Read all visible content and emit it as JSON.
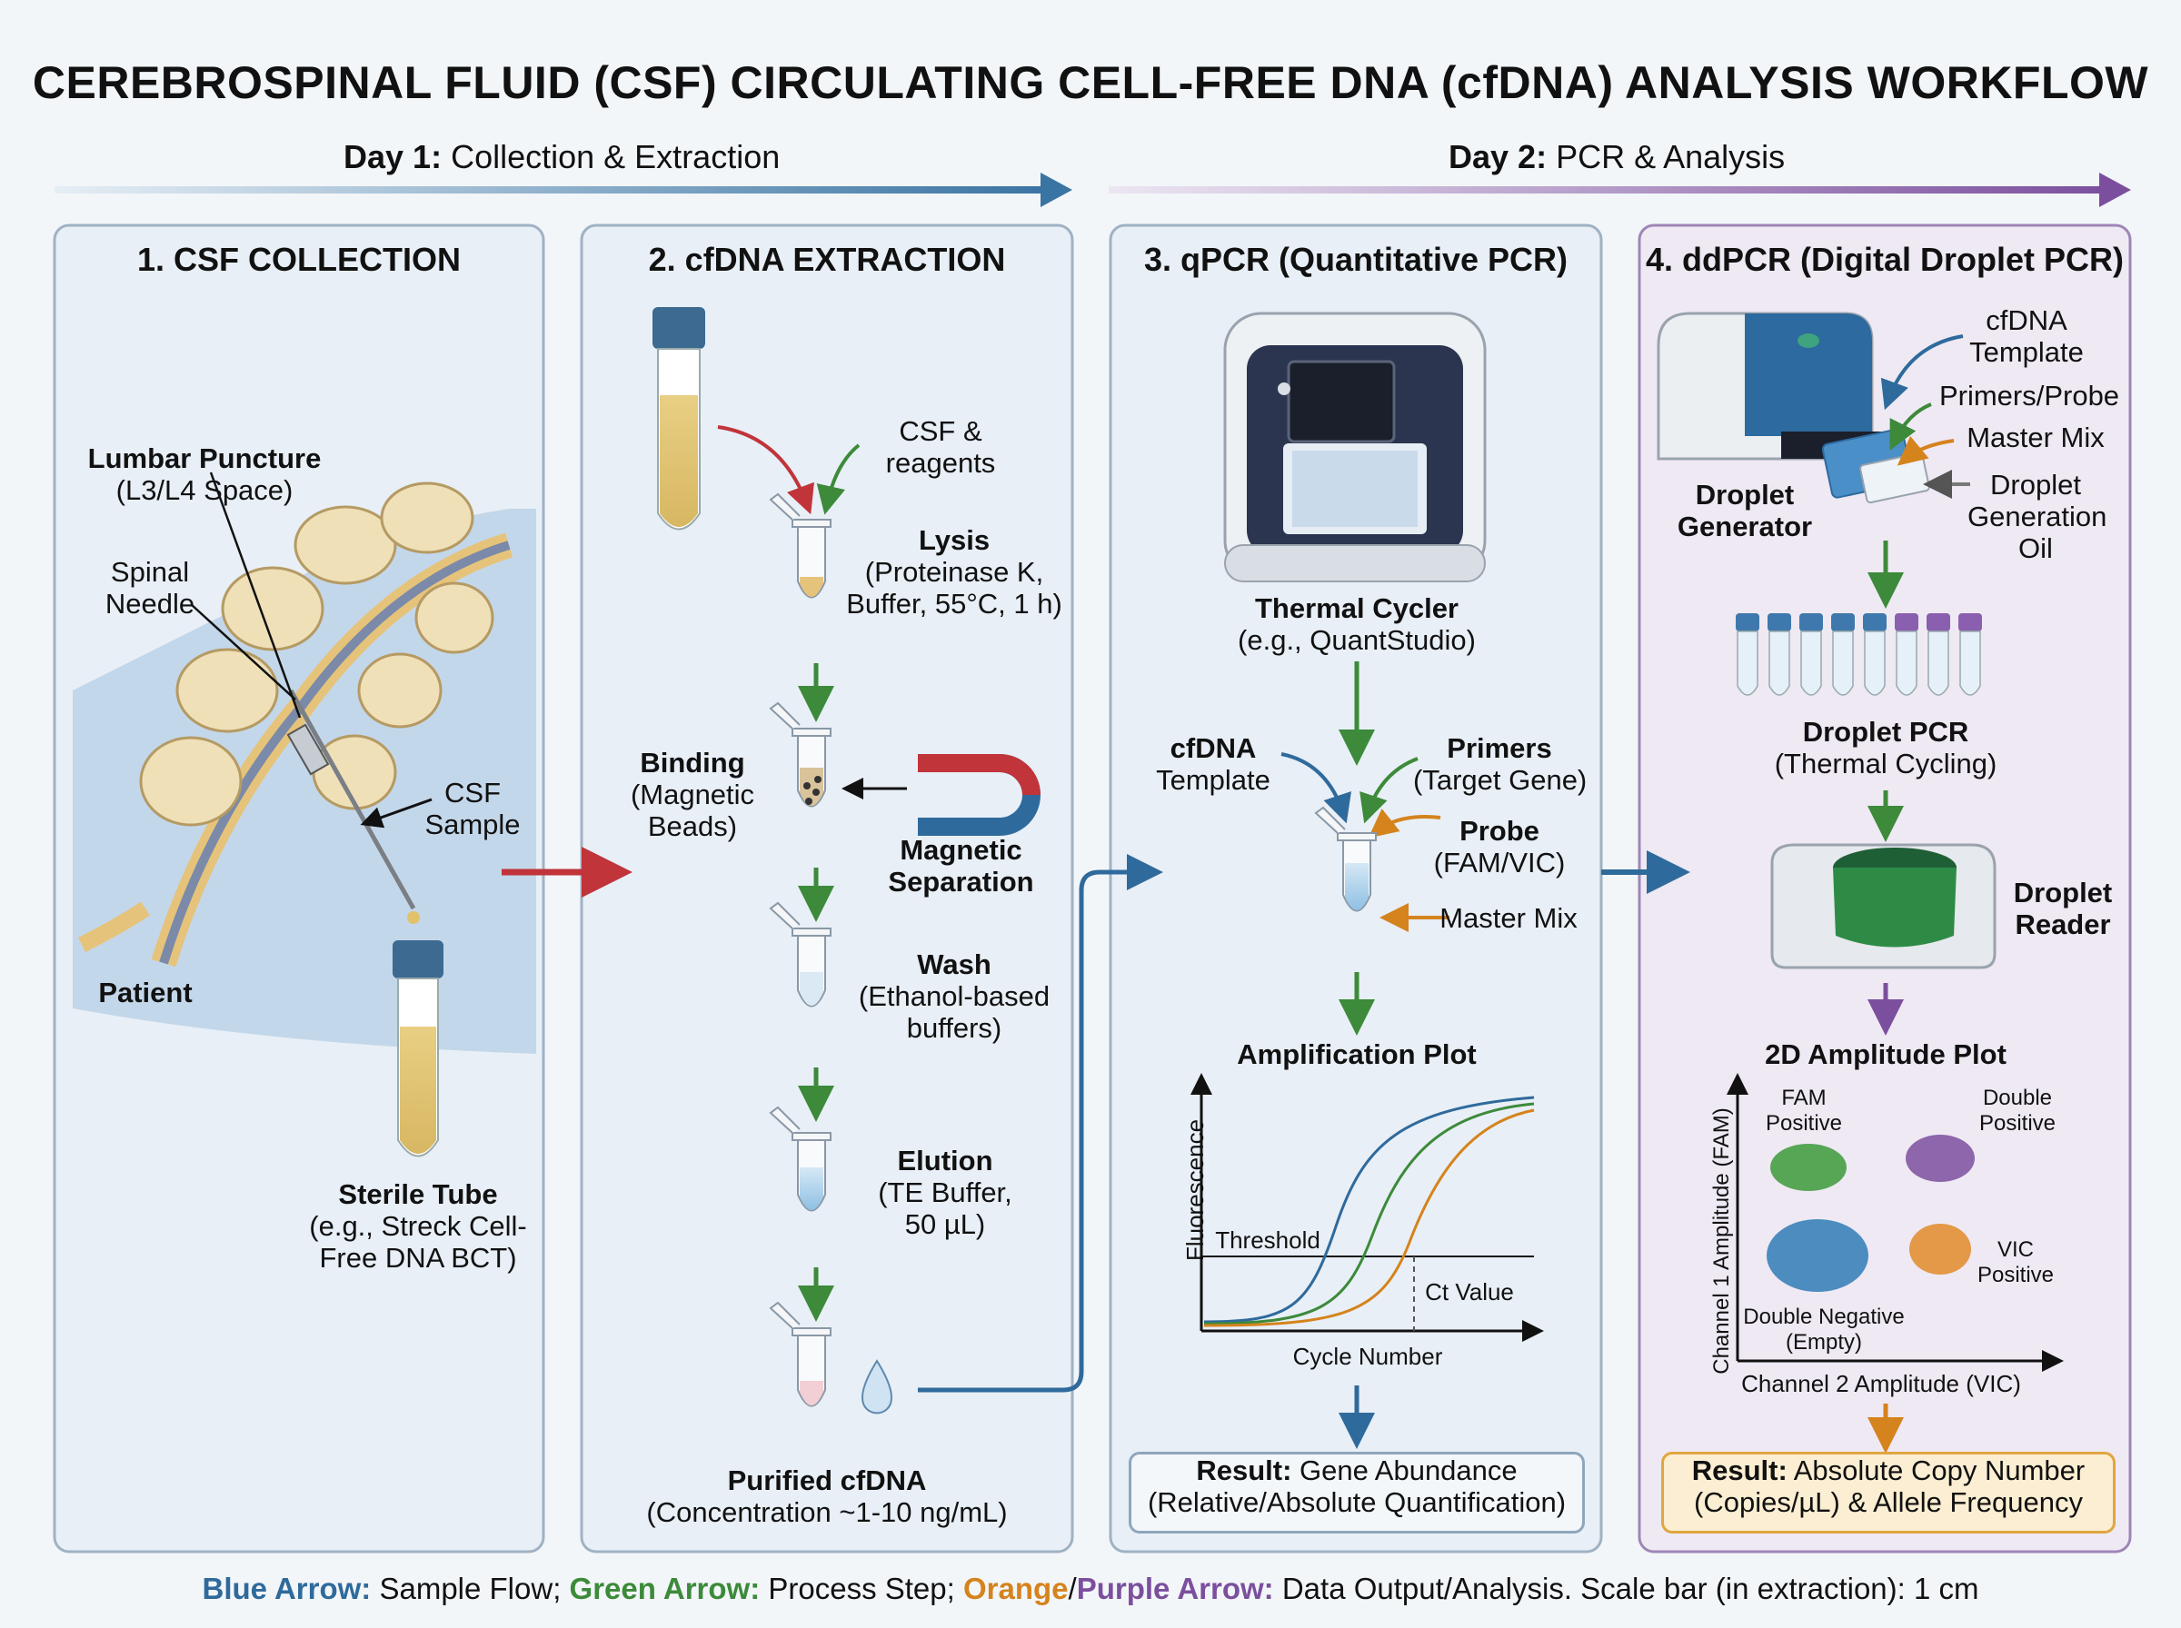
{
  "title": "CEREBROSPINAL FLUID (CSF) CIRCULATING CELL-FREE DNA (cfDNA) ANALYSIS WORKFLOW",
  "days": [
    {
      "prefix": "Day 1:",
      "text": "Collection & Extraction"
    },
    {
      "prefix": "Day 2:",
      "text": "PCR & Analysis"
    }
  ],
  "panels": {
    "p1": {
      "title": "1. CSF COLLECTION",
      "lumbar": {
        "bold": "Lumbar Puncture",
        "sub": "(L3/L4 Space)"
      },
      "needle": {
        "line1": "Spinal",
        "line2": "Needle"
      },
      "csf": {
        "line1": "CSF",
        "line2": "Sample"
      },
      "patient": "Patient",
      "tube": {
        "bold": "Sterile Tube",
        "line1": "(e.g., Streck Cell-",
        "line2": "Free DNA BCT)"
      }
    },
    "p2": {
      "title": "2. cfDNA EXTRACTION",
      "reagents": {
        "line1": "CSF &",
        "line2": "reagents"
      },
      "lysis": {
        "bold": "Lysis",
        "line1": "(Proteinase K,",
        "line2": "Buffer, 55°C, 1 h)"
      },
      "binding": {
        "bold": "Binding",
        "line1": "(Magnetic",
        "line2": "Beads)"
      },
      "magnetic": {
        "line1": "Magnetic",
        "line2": "Separation"
      },
      "wash": {
        "bold": "Wash",
        "line1": "(Ethanol-based",
        "line2": "buffers)"
      },
      "elution": {
        "bold": "Elution",
        "line1": "(TE Buffer,",
        "line2": "50 µL)"
      },
      "purified": {
        "bold": "Purified cfDNA",
        "line1": "(Concentration ~1-10 ng/mL)"
      }
    },
    "p3": {
      "title": "3. qPCR (Quantitative PCR)",
      "cycler": {
        "bold": "Thermal Cycler",
        "line1": "(e.g., QuantStudio)"
      },
      "template": {
        "line1": "cfDNA",
        "line2": "Template"
      },
      "primers": {
        "bold": "Primers",
        "line1": "(Target Gene)"
      },
      "probe": {
        "bold": "Probe",
        "line1": "(FAM/VIC)"
      },
      "mastermix": "Master Mix",
      "plot": {
        "title": "Amplification Plot",
        "ylabel": "Fluorescence",
        "xlabel": "Cycle Number",
        "threshold": "Threshold",
        "ct": "Ct Value"
      },
      "result": {
        "bold": "Result:",
        "line1": "Gene Abundance",
        "line2": "(Relative/Absolute Quantification)"
      }
    },
    "p4": {
      "title": "4. ddPCR (Digital Droplet PCR)",
      "template": {
        "line1": "cfDNA",
        "line2": "Template"
      },
      "primers": "Primers/Probe",
      "mastermix": "Master Mix",
      "oil": {
        "line1": "Droplet",
        "line2": "Generation",
        "line3": "Oil"
      },
      "generator": {
        "line1": "Droplet",
        "line2": "Generator"
      },
      "dpcr": {
        "bold": "Droplet PCR",
        "line1": "(Thermal Cycling)"
      },
      "reader": {
        "line1": "Droplet",
        "line2": "Reader"
      },
      "plot": {
        "title": "2D Amplitude Plot",
        "ylabel": "Channel 1 Amplitude (FAM)",
        "xlabel": "Channel 2 Amplitude (VIC)",
        "fam": {
          "line1": "FAM",
          "line2": "Positive"
        },
        "double": {
          "line1": "Double",
          "line2": "Positive"
        },
        "vic": {
          "line1": "VIC",
          "line2": "Positive"
        },
        "neg": {
          "line1": "Double Negative",
          "line2": "(Empty)"
        }
      },
      "result": {
        "bold": "Result:",
        "line1": "Absolute Copy Number",
        "line2": "(Copies/µL) & Allele Frequency"
      }
    }
  },
  "footer": {
    "blue": "Blue Arrow:",
    "t1": "Sample Flow;",
    "green": "Green Arrow:",
    "t2": "Process Step;",
    "orange": "Orange",
    "slash": "/",
    "purple": "Purple Arrow:",
    "t3": "Data Output/Analysis. Scale bar (in extraction): 1 cm"
  },
  "colors": {
    "blue": "#2f6a9c",
    "green": "#3c8a3a",
    "orange": "#d5831d",
    "purple": "#7b4f9e",
    "red": "#c0343a"
  }
}
